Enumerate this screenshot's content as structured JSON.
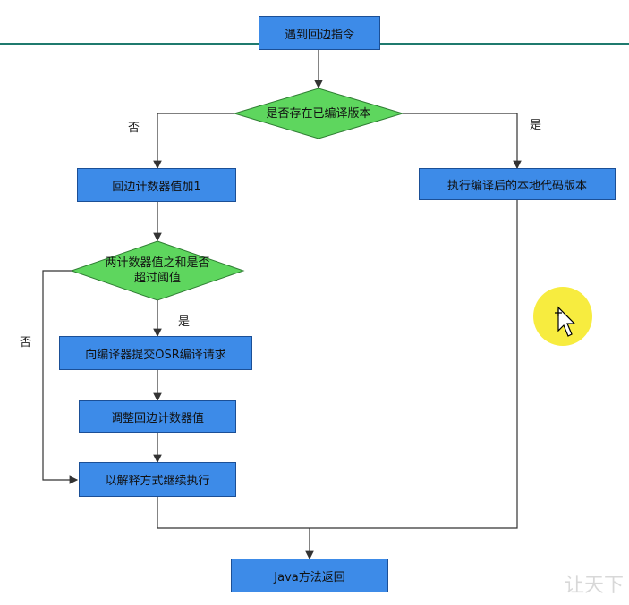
{
  "nodes": {
    "start": "遇到回边指令",
    "decision_compiled": "是否存在已编译版本",
    "counter_inc": "回边计数器值加1",
    "decision_threshold_line1": "两计数器值之和是否",
    "decision_threshold_line2": "超过阈值",
    "exec_native": "执行编译后的本地代码版本",
    "submit_osr": "向编译器提交OSR编译请求",
    "adjust_counter": "调整回边计数器值",
    "interpret": "以解释方式继续执行",
    "return": "Java方法返回"
  },
  "labels": {
    "no_left": "否",
    "yes_right": "是",
    "no_threshold": "否",
    "yes_threshold": "是"
  },
  "watermark": "让天下",
  "colors": {
    "box_fill": "#3d8be8",
    "diamond_fill": "#5ed65e",
    "edge": "#333333",
    "top_line": "#1f7a6e"
  }
}
